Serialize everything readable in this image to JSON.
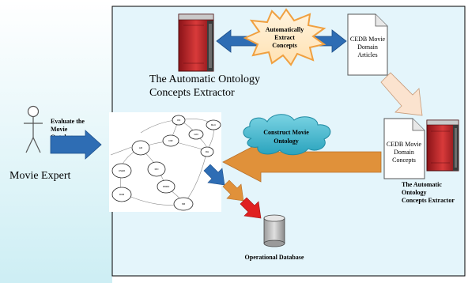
{
  "actor": {
    "label": "Movie Expert",
    "action_lines": [
      "Evaluate the",
      "Movie",
      "Ontology"
    ]
  },
  "extractor_top": {
    "title_lines": [
      "The Automatic Ontology",
      "Concepts Extractor"
    ]
  },
  "starburst": {
    "lines": [
      "Automatically",
      "Extract",
      "Concepts"
    ]
  },
  "doc_articles": {
    "lines": [
      "CEDB Movie",
      "Domain",
      "Articles"
    ]
  },
  "doc_concepts": {
    "lines": [
      "CEDB Movie",
      "Domain",
      "Concepts"
    ]
  },
  "extractor_right": {
    "title_lines": [
      "The Automatic",
      "Ontology",
      "Concepts Extractor"
    ]
  },
  "cloud": {
    "lines": [
      "Construct Movie",
      "Ontology"
    ]
  },
  "database": {
    "label": "Operational Database"
  },
  "ontology_nodes": [
    "ON",
    "MLC",
    "AR",
    "DIR",
    "GDI",
    "MO",
    "USER",
    "RH",
    "PRRD",
    "RUB",
    "NB"
  ],
  "colors": {
    "panel_fill": "#e4f5fb",
    "blue_arrow": "#2e6db4",
    "orange_arrow": "#e0913a",
    "red_arrow": "#e02020",
    "cloud": "#3fb6cc",
    "server_red": "#c0262a",
    "starburst": "#f7b45a"
  }
}
